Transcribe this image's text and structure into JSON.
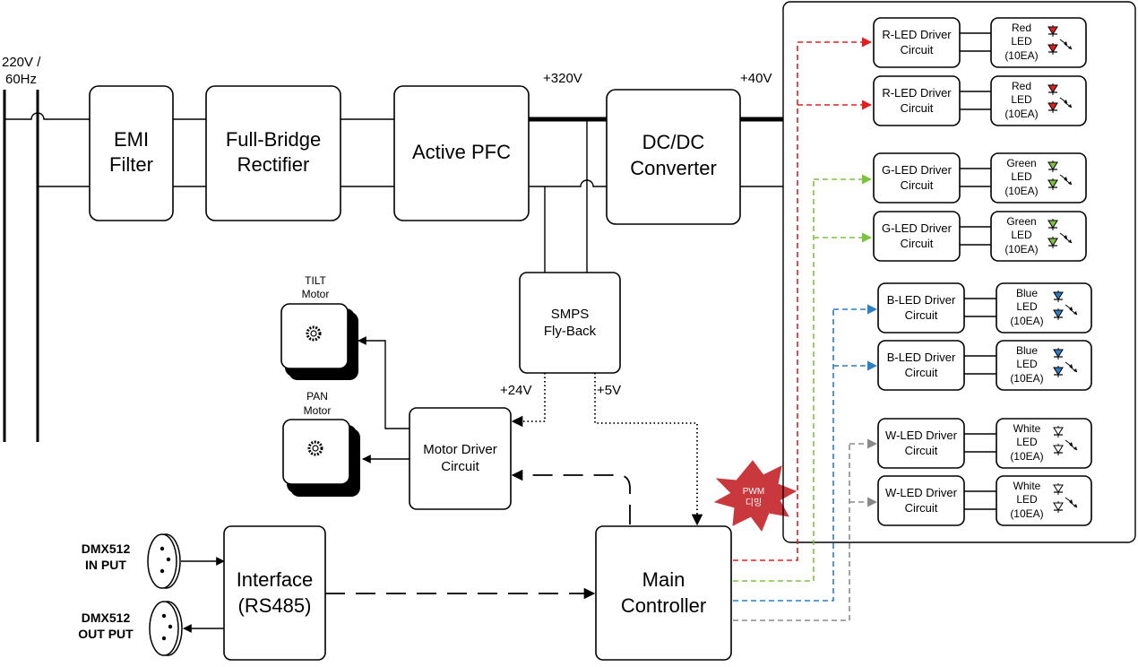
{
  "source": {
    "label_line1": "220V /",
    "label_line2": "60Hz"
  },
  "blocks": {
    "emi": {
      "line1": "EMI",
      "line2": "Filter"
    },
    "rectifier": {
      "line1": "Full-Bridge",
      "line2": "Rectifier"
    },
    "pfc": {
      "line1": "Active PFC"
    },
    "dcdc": {
      "line1": "DC/DC",
      "line2": "Converter"
    },
    "smps": {
      "line1": "SMPS",
      "line2": "Fly-Back"
    },
    "motor_driver": {
      "line1": "Motor Driver",
      "line2": "Circuit"
    },
    "interface": {
      "line1": "Interface",
      "line2": "(RS485)"
    },
    "main_controller": {
      "line1": "Main",
      "line2": "Controller"
    }
  },
  "voltages": {
    "v320": "+320V",
    "v40": "+40V",
    "v24": "+24V",
    "v5": "+5V"
  },
  "motors": {
    "tilt": {
      "line1": "TILT",
      "line2": "Motor"
    },
    "pan": {
      "line1": "PAN",
      "line2": "Motor"
    }
  },
  "dmx": {
    "in": {
      "line1": "DMX512",
      "line2": "IN PUT"
    },
    "out": {
      "line1": "DMX512",
      "line2": "OUT PUT"
    }
  },
  "pwm_badge": {
    "line1": "PWM",
    "line2": "디밍"
  },
  "led_drivers": [
    {
      "driver_line1": "R-LED Driver",
      "driver_line2": "Circuit",
      "led_line1": "Red",
      "led_line2": "LED",
      "led_line3": "(10EA)",
      "color": "#e02020"
    },
    {
      "driver_line1": "R-LED Driver",
      "driver_line2": "Circuit",
      "led_line1": "Red",
      "led_line2": "LED",
      "led_line3": "(10EA)",
      "color": "#e02020"
    },
    {
      "driver_line1": "G-LED Driver",
      "driver_line2": "Circuit",
      "led_line1": "Green",
      "led_line2": "LED",
      "led_line3": "(10EA)",
      "color": "#7cc440"
    },
    {
      "driver_line1": "G-LED Driver",
      "driver_line2": "Circuit",
      "led_line1": "Green",
      "led_line2": "LED",
      "led_line3": "(10EA)",
      "color": "#7cc440"
    },
    {
      "driver_line1": "B-LED Driver",
      "driver_line2": "Circuit",
      "led_line1": "Blue",
      "led_line2": "LED",
      "led_line3": "(10EA)",
      "color": "#2a7fc6"
    },
    {
      "driver_line1": "B-LED Driver",
      "driver_line2": "Circuit",
      "led_line1": "Blue",
      "led_line2": "LED",
      "led_line3": "(10EA)",
      "color": "#2a7fc6"
    },
    {
      "driver_line1": "W-LED Driver",
      "driver_line2": "Circuit",
      "led_line1": "White",
      "led_line2": "LED",
      "led_line3": "(10EA)",
      "color": "#ffffff"
    },
    {
      "driver_line1": "W-LED Driver",
      "driver_line2": "Circuit",
      "led_line1": "White",
      "led_line2": "LED",
      "led_line3": "(10EA)",
      "color": "#ffffff"
    }
  ],
  "signal_colors": {
    "red": "#e02020",
    "green": "#7cc440",
    "blue": "#2a7fc6",
    "white": "#8a8a8a",
    "pwm_badge": "#c8383c"
  },
  "icons": {
    "motor": "gear-icon",
    "connector": "xlr-connector-icon",
    "led": "led-diode-icon"
  }
}
